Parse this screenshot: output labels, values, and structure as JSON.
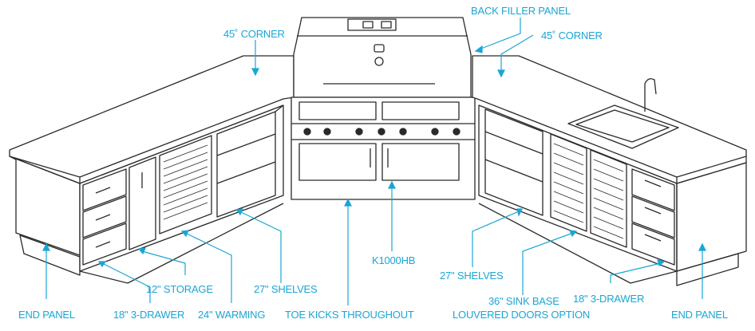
{
  "colors": {
    "label": "#1aa6d4",
    "line": "#2a2a2a"
  },
  "labels": {
    "back_filler_panel": "BACK FILLER PANEL",
    "corner_left": "45˚ CORNER",
    "corner_right": "45˚ CORNER",
    "end_panel_left": "END PANEL",
    "end_panel_right": "END PANEL",
    "storage": "12\" STORAGE",
    "drawer_left": "18\" 3-DRAWER",
    "drawer_right": "18\" 3-DRAWER",
    "warming": "24\" WARMING",
    "shelves_left": "27\" SHELVES",
    "shelves_right": "27\" SHELVES",
    "toe_kicks": "TOE KICKS THROUGHOUT",
    "grill": "K1000HB",
    "sink_base": "36\" SINK BASE",
    "louvered": "LOUVERED DOORS OPTION"
  }
}
